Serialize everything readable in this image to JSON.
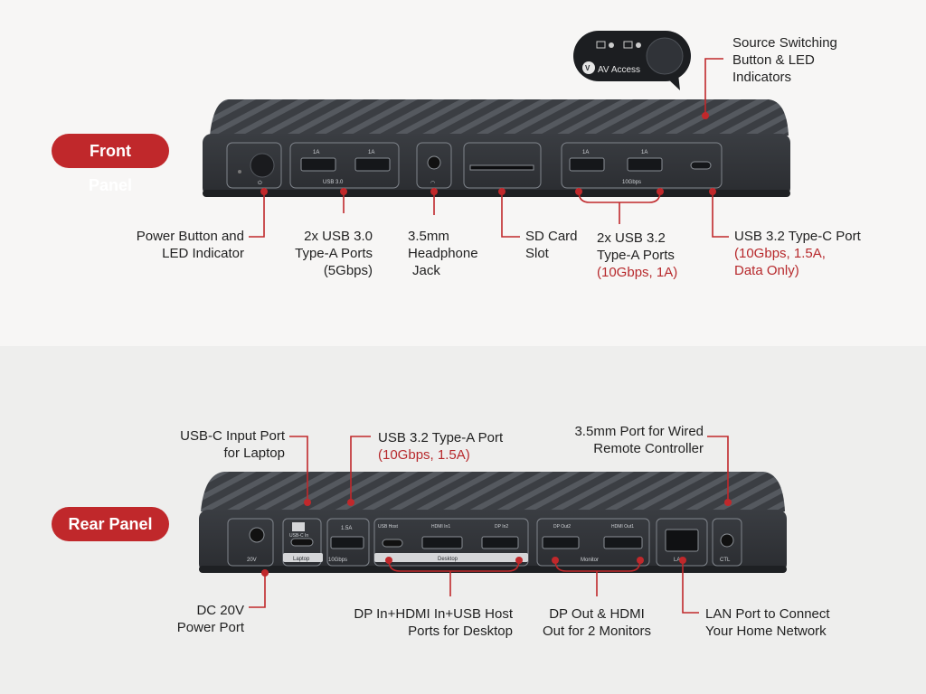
{
  "front": {
    "badge": "Front Panel",
    "labels": {
      "source": [
        "Source Switching",
        "Button & LED",
        "Indicators"
      ],
      "power": [
        "Power Button and",
        "LED Indicator"
      ],
      "usb30": [
        "2x USB 3.0",
        "Type-A Ports",
        "(5Gbps)"
      ],
      "jack": [
        "3.5mm",
        "Headphone",
        "Jack"
      ],
      "sd": [
        "SD Card",
        "Slot"
      ],
      "usb32a": [
        "2x USB 3.2",
        "Type-A Ports"
      ],
      "usb32a_red": "(10Gbps, 1A)",
      "usbc": "USB 3.2 Type-C Port",
      "usbc_red": [
        "(10Gbps, 1.5A,",
        "Data Only)"
      ]
    },
    "device_text": {
      "brand": "AV Access",
      "usb30_mark": "USB 3.0",
      "amp": "1A",
      "gbps": "10Gbps"
    }
  },
  "rear": {
    "badge": "Rear Panel",
    "labels": {
      "usbc_in": [
        "USB-C Input Port",
        "for Laptop"
      ],
      "usb32a": "USB 3.2 Type-A Port",
      "usb32a_red": "(10Gbps, 1.5A)",
      "ctl": [
        "3.5mm Port for Wired",
        "Remote Controller"
      ],
      "dc": [
        "DC 20V",
        "Power Port"
      ],
      "desktop": [
        "DP In+HDMI In+USB Host",
        "Ports for Desktop"
      ],
      "monitors": [
        "DP Out & HDMI",
        "Out for 2 Monitors"
      ],
      "lan": [
        "LAN Port to Connect",
        "Your Home Network"
      ]
    },
    "device_text": {
      "v20": "20V",
      "usbc_in": "USB-C In",
      "laptop": "Laptop",
      "amp": "1.5A",
      "gbps": "10Gbps",
      "usb_host": "USB Host",
      "hdmi_in": "HDMI In1",
      "dp_in": "DP In2",
      "desktop": "Desktop",
      "dp_out": "DP Out2",
      "hdmi_out": "HDMI Out1",
      "monitor": "Monitor",
      "lan": "LAN",
      "ctl": "CTL"
    }
  },
  "colors": {
    "accent_red": "#c0282b",
    "device": "#3a3d42",
    "device_dark": "#24262a"
  }
}
